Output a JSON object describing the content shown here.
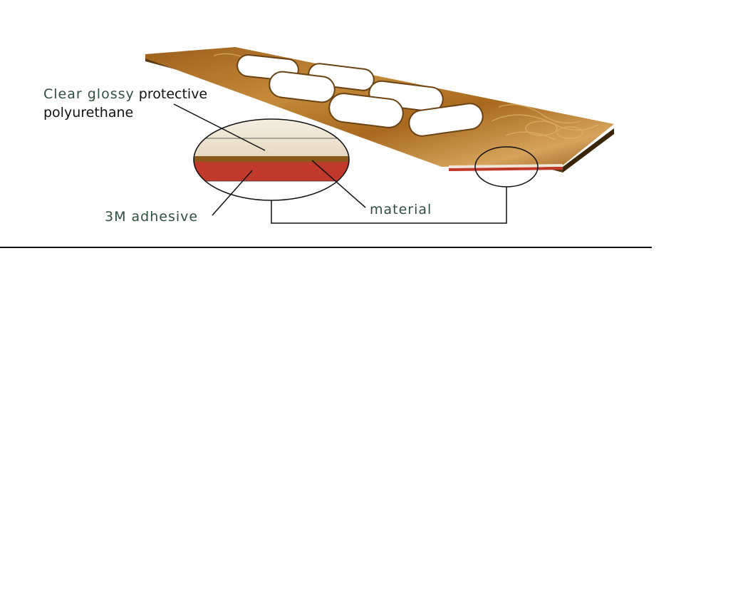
{
  "labels": {
    "polyurethane_part1": "Clear glossy",
    "polyurethane_part2": "protective",
    "polyurethane_line2": "polyurethane",
    "adhesive": "3M adhesive",
    "material": "material"
  },
  "colors": {
    "text_green": "#2f4f3f",
    "text_dark": "#111111",
    "polyurethane_layer": "#efe6d6",
    "material_layer": "#8a5a1c",
    "adhesive_layer": "#c0392b",
    "panel_wood": "#b87a2c"
  }
}
